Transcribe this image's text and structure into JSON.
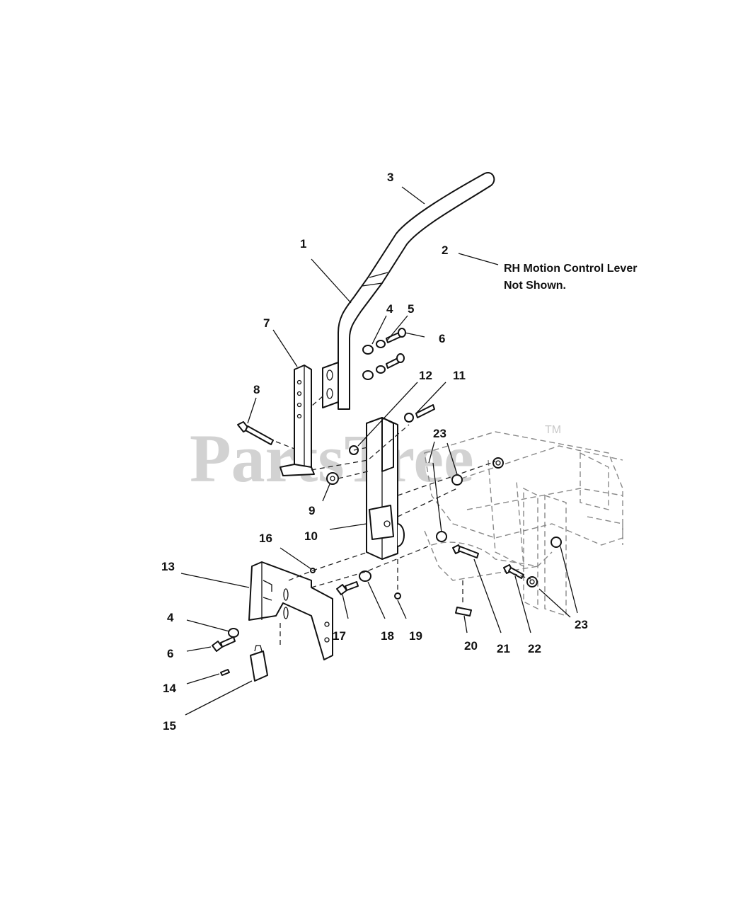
{
  "watermark": {
    "text": "PartsTree",
    "trademark": "TM"
  },
  "note": {
    "line1": "RH Motion Control Lever",
    "line2": "Not Shown."
  },
  "callouts": [
    {
      "id": "c1",
      "label": "1"
    },
    {
      "id": "c2",
      "label": "2"
    },
    {
      "id": "c3",
      "label": "3"
    },
    {
      "id": "c4a",
      "label": "4"
    },
    {
      "id": "c5",
      "label": "5"
    },
    {
      "id": "c6a",
      "label": "6"
    },
    {
      "id": "c7",
      "label": "7"
    },
    {
      "id": "c8",
      "label": "8"
    },
    {
      "id": "c9",
      "label": "9"
    },
    {
      "id": "c10",
      "label": "10"
    },
    {
      "id": "c11",
      "label": "11"
    },
    {
      "id": "c12",
      "label": "12"
    },
    {
      "id": "c13",
      "label": "13"
    },
    {
      "id": "c4b",
      "label": "4"
    },
    {
      "id": "c6b",
      "label": "6"
    },
    {
      "id": "c14",
      "label": "14"
    },
    {
      "id": "c15",
      "label": "15"
    },
    {
      "id": "c16",
      "label": "16"
    },
    {
      "id": "c17",
      "label": "17"
    },
    {
      "id": "c18",
      "label": "18"
    },
    {
      "id": "c19",
      "label": "19"
    },
    {
      "id": "c20",
      "label": "20"
    },
    {
      "id": "c21",
      "label": "21"
    },
    {
      "id": "c22",
      "label": "22"
    },
    {
      "id": "c23a",
      "label": "23"
    },
    {
      "id": "c23b",
      "label": "23"
    }
  ]
}
